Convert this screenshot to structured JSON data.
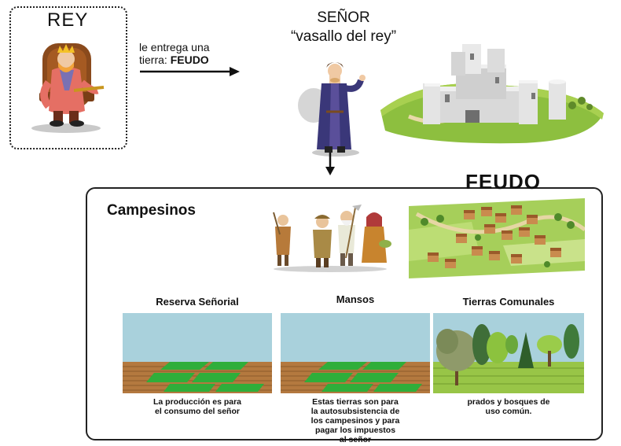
{
  "rey": {
    "title": "REY"
  },
  "arrow": {
    "line1": "le entrega una",
    "line2_prefix": "tierra: ",
    "line2_bold": "FEUDO"
  },
  "senor": {
    "title": "SEÑOR",
    "subtitle": "“vasallo del rey”"
  },
  "feudo": {
    "title": "FEUDO"
  },
  "campesinos": {
    "title": "Campesinos"
  },
  "columns": [
    {
      "heading": "Reserva Señorial",
      "lines": [
        "La producción es para",
        "el consumo del señor"
      ]
    },
    {
      "heading": "Mansos",
      "lines": [
        "Estas tierras son para",
        "la autosubsistencia de",
        "los campesinos y para",
        "pagar los impuestos",
        "al señor"
      ]
    },
    {
      "heading": "Tierras Comunales",
      "lines": [
        "prados y bosques de",
        "uso común."
      ]
    }
  ],
  "colors": {
    "sky": "#a9d1dc",
    "soil": "#b4793f",
    "crop": "#2fae3a",
    "grass": "#98c547"
  }
}
